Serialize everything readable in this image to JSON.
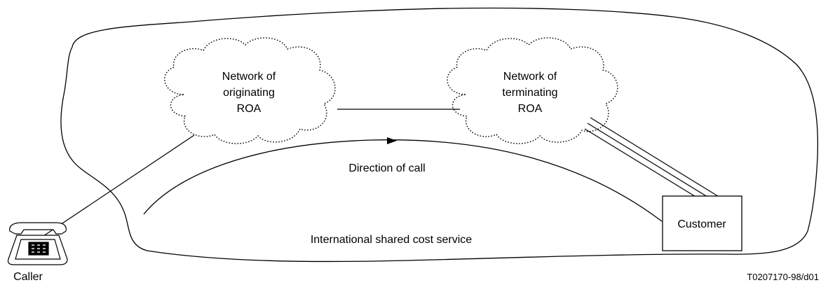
{
  "diagram": {
    "originating_network": {
      "lines": [
        "Network of",
        "originating",
        "ROA"
      ]
    },
    "terminating_network": {
      "lines": [
        "Network of",
        "terminating",
        "ROA"
      ]
    },
    "direction_label": "Direction of call",
    "service_label": "International shared cost service",
    "customer_label": "Customer",
    "caller_label": "Caller",
    "figure_id": "T0207170-98/d01",
    "icons": {
      "caller": "telephone-icon",
      "direction": "arrowhead-icon"
    }
  }
}
